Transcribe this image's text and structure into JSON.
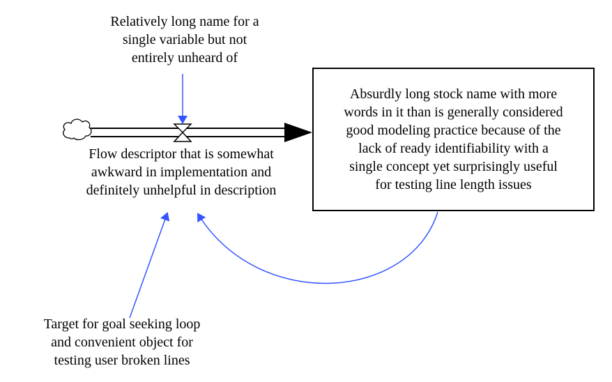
{
  "diagram": {
    "auxiliary_variable": {
      "name": "Relatively long name for a\nsingle variable but not\nentirely unheard of"
    },
    "flow": {
      "name": "Flow descriptor that is somewhat\nawkward in implementation and\ndefinitely unhelpful in description"
    },
    "stock": {
      "name": "Absurdly long stock name with more\nwords in it than is generally considered\ngood modeling practice because of the\nlack of ready identifiability with a\nsingle concept yet surprisingly useful\nfor testing line length issues"
    },
    "target_variable": {
      "name": "Target for goal seeking loop\nand convenient object for\ntesting user broken lines"
    },
    "source": {
      "icon": "cloud-icon"
    },
    "colors": {
      "link_arrow": "#3355ff",
      "flow_pipe": "#000000",
      "stock_border": "#000000",
      "background": "#ffffff"
    }
  }
}
